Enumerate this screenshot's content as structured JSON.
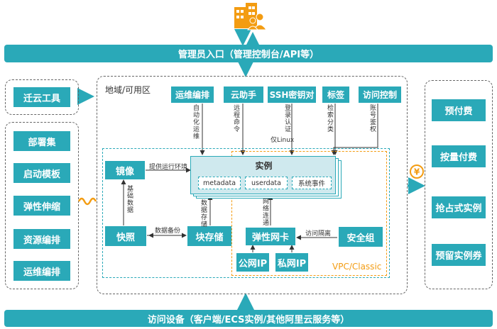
{
  "top_bar": {
    "label": "管理员入口（管理控制台/API等）"
  },
  "bottom_bar": {
    "label": "访问设备（客户端/ECS实例/其他阿里云服务等）"
  },
  "left": {
    "migrate_tool": "迁云工具",
    "items": [
      "部署集",
      "启动模板",
      "弹性伸缩",
      "资源编排",
      "运维编排"
    ]
  },
  "region": {
    "label": "地域/可用区",
    "services": [
      "运维编排",
      "云助手",
      "SSH密钥对",
      "标签",
      "访问控制"
    ],
    "service_notes": [
      "自动化运维",
      "远程命令",
      "登录认证",
      "检索分类",
      "账号鉴权"
    ],
    "linux_note": "仅Linux"
  },
  "core": {
    "instance": "实例",
    "instance_items": [
      "metadata",
      "userdata",
      "系统事件"
    ],
    "image": "镜像",
    "snapshot": "快照",
    "block_storage": "块存储",
    "eni": "弹性网卡",
    "security_group": "安全组",
    "public_ip": "公网IP",
    "private_ip": "私网IP",
    "vpc_label": "VPC/Classic",
    "edge_labels": {
      "provide_env": "提供运行环境",
      "base_data": "基础数据",
      "data_backup": "数据备份",
      "data_storage": "数据存储",
      "net_connect": "网络连通",
      "access_isolation": "访问隔离"
    }
  },
  "right": {
    "items": [
      "预付费",
      "按量付费",
      "抢占式实例",
      "预留实例券"
    ]
  },
  "colors": {
    "teal": "#2aa9b8",
    "orange": "#f39c12",
    "dash": "#666666"
  },
  "icons": {
    "admin": "building-users-icon",
    "billing": "yen-coin-icon",
    "connector": "wave-icon"
  }
}
